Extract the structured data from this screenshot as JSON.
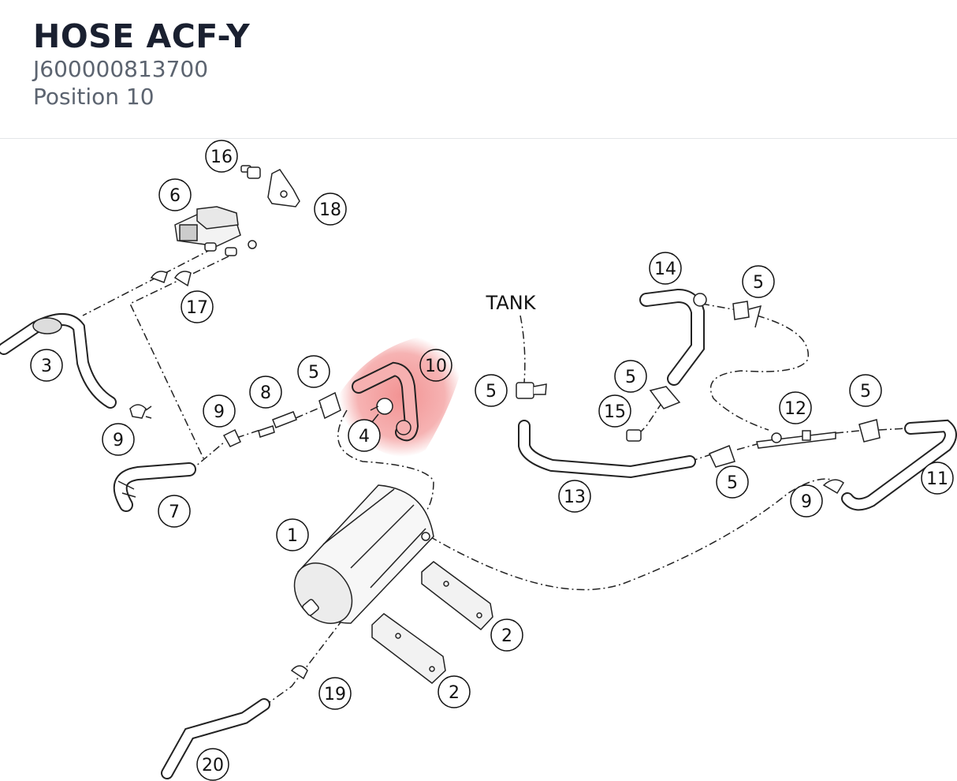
{
  "header": {
    "title": "HOSE ACF-Y",
    "part_number": "J600000813700",
    "position": "Position 10"
  },
  "diagram": {
    "highlight_color": "#f08080",
    "highlighted_callout": "10",
    "tank_label": "TANK",
    "callouts": [
      "16",
      "6",
      "18",
      "17",
      "3",
      "9",
      "7",
      "9",
      "8",
      "5",
      "4",
      "10",
      "1",
      "2",
      "2",
      "19",
      "20",
      "TANK",
      "5",
      "13",
      "14",
      "5",
      "5",
      "15",
      "12",
      "5",
      "5",
      "9",
      "11"
    ]
  }
}
